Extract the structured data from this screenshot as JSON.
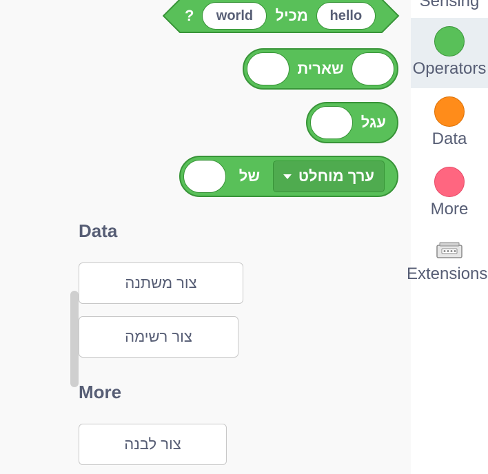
{
  "blocks": {
    "contains": {
      "first": "hello",
      "label": "מכיל",
      "second": "world",
      "question": "?"
    },
    "mod": {
      "label": "שארית"
    },
    "round": {
      "label": "עגל"
    },
    "math_of": {
      "label": "של",
      "dropdown": "ערך מוחלט"
    }
  },
  "sections": {
    "data": {
      "title": "Data",
      "make_variable": "צור משתנה",
      "make_list": "צור רשימה"
    },
    "more": {
      "title": "More",
      "make_block": "צור לבנה"
    }
  },
  "categories": [
    {
      "label": "Sensing",
      "color": "#5cb1d6"
    },
    {
      "label": "Operators",
      "color": "#59c059",
      "selected": true
    },
    {
      "label": "Data",
      "color": "#ff8c1a"
    },
    {
      "label": "More",
      "color": "#ff6680"
    },
    {
      "label": "Extensions",
      "icon": "extensions-icon"
    }
  ]
}
